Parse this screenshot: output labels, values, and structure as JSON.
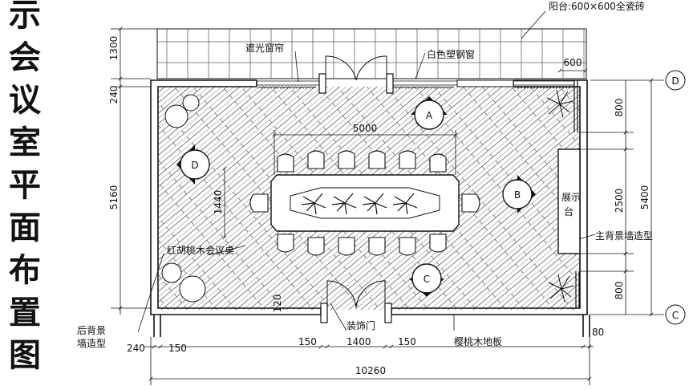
{
  "title_chars": [
    "示",
    "会",
    "议",
    "室",
    "平",
    "面",
    "布",
    "置",
    "图"
  ],
  "labels": {
    "balcony": "阳台:600×600全瓷砖",
    "blackout_curtain": "遮光窗帘",
    "window": "白色塑钢窗",
    "conference_table": "红胡桃木会议桌",
    "display_line1": "展示",
    "display_line2": "台",
    "main_wall": "主背景墙造型",
    "rear_wall_line1": "后背景",
    "rear_wall_line2": "墙造型",
    "decor_door": "装饰门",
    "floor": "樱桃木地板"
  },
  "dimensions": {
    "d1300": "1300",
    "d240_left": "240",
    "d5160": "5160",
    "d1440": "1440",
    "d5000": "5000",
    "d600": "600",
    "d800_top": "800",
    "d2500": "2500",
    "d5400": "5400",
    "d800_bottom": "800",
    "d120": "120",
    "d80": "80",
    "d240_bottom": "240",
    "d150_a": "150",
    "d150_b": "150",
    "d1400": "1400",
    "d150_c": "150",
    "d10260": "10260"
  },
  "markers": {
    "A": "A",
    "B": "B",
    "C": "C",
    "D": "D"
  },
  "grid": {
    "top": "D",
    "bottom": "C"
  }
}
